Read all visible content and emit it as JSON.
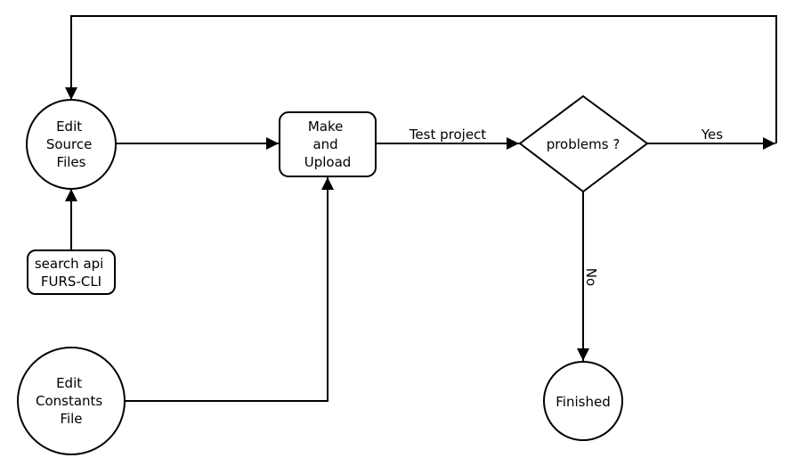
{
  "diagram": {
    "nodes": {
      "edit_source": {
        "lines": [
          "Edit",
          "Source",
          "Files"
        ]
      },
      "search_api": {
        "lines": [
          "search api",
          "FURS-CLI"
        ]
      },
      "edit_constants": {
        "lines": [
          "Edit",
          "Constants",
          "File"
        ]
      },
      "make_upload": {
        "lines": [
          "Make",
          "and",
          "Upload"
        ]
      },
      "problems": {
        "lines": [
          "problems ?"
        ]
      },
      "finished": {
        "lines": [
          "Finished"
        ]
      }
    },
    "edges": {
      "test_project": "Test project",
      "yes": "Yes",
      "no": "No"
    },
    "colors": {
      "stroke": "#000000",
      "fill": "#ffffff"
    }
  }
}
